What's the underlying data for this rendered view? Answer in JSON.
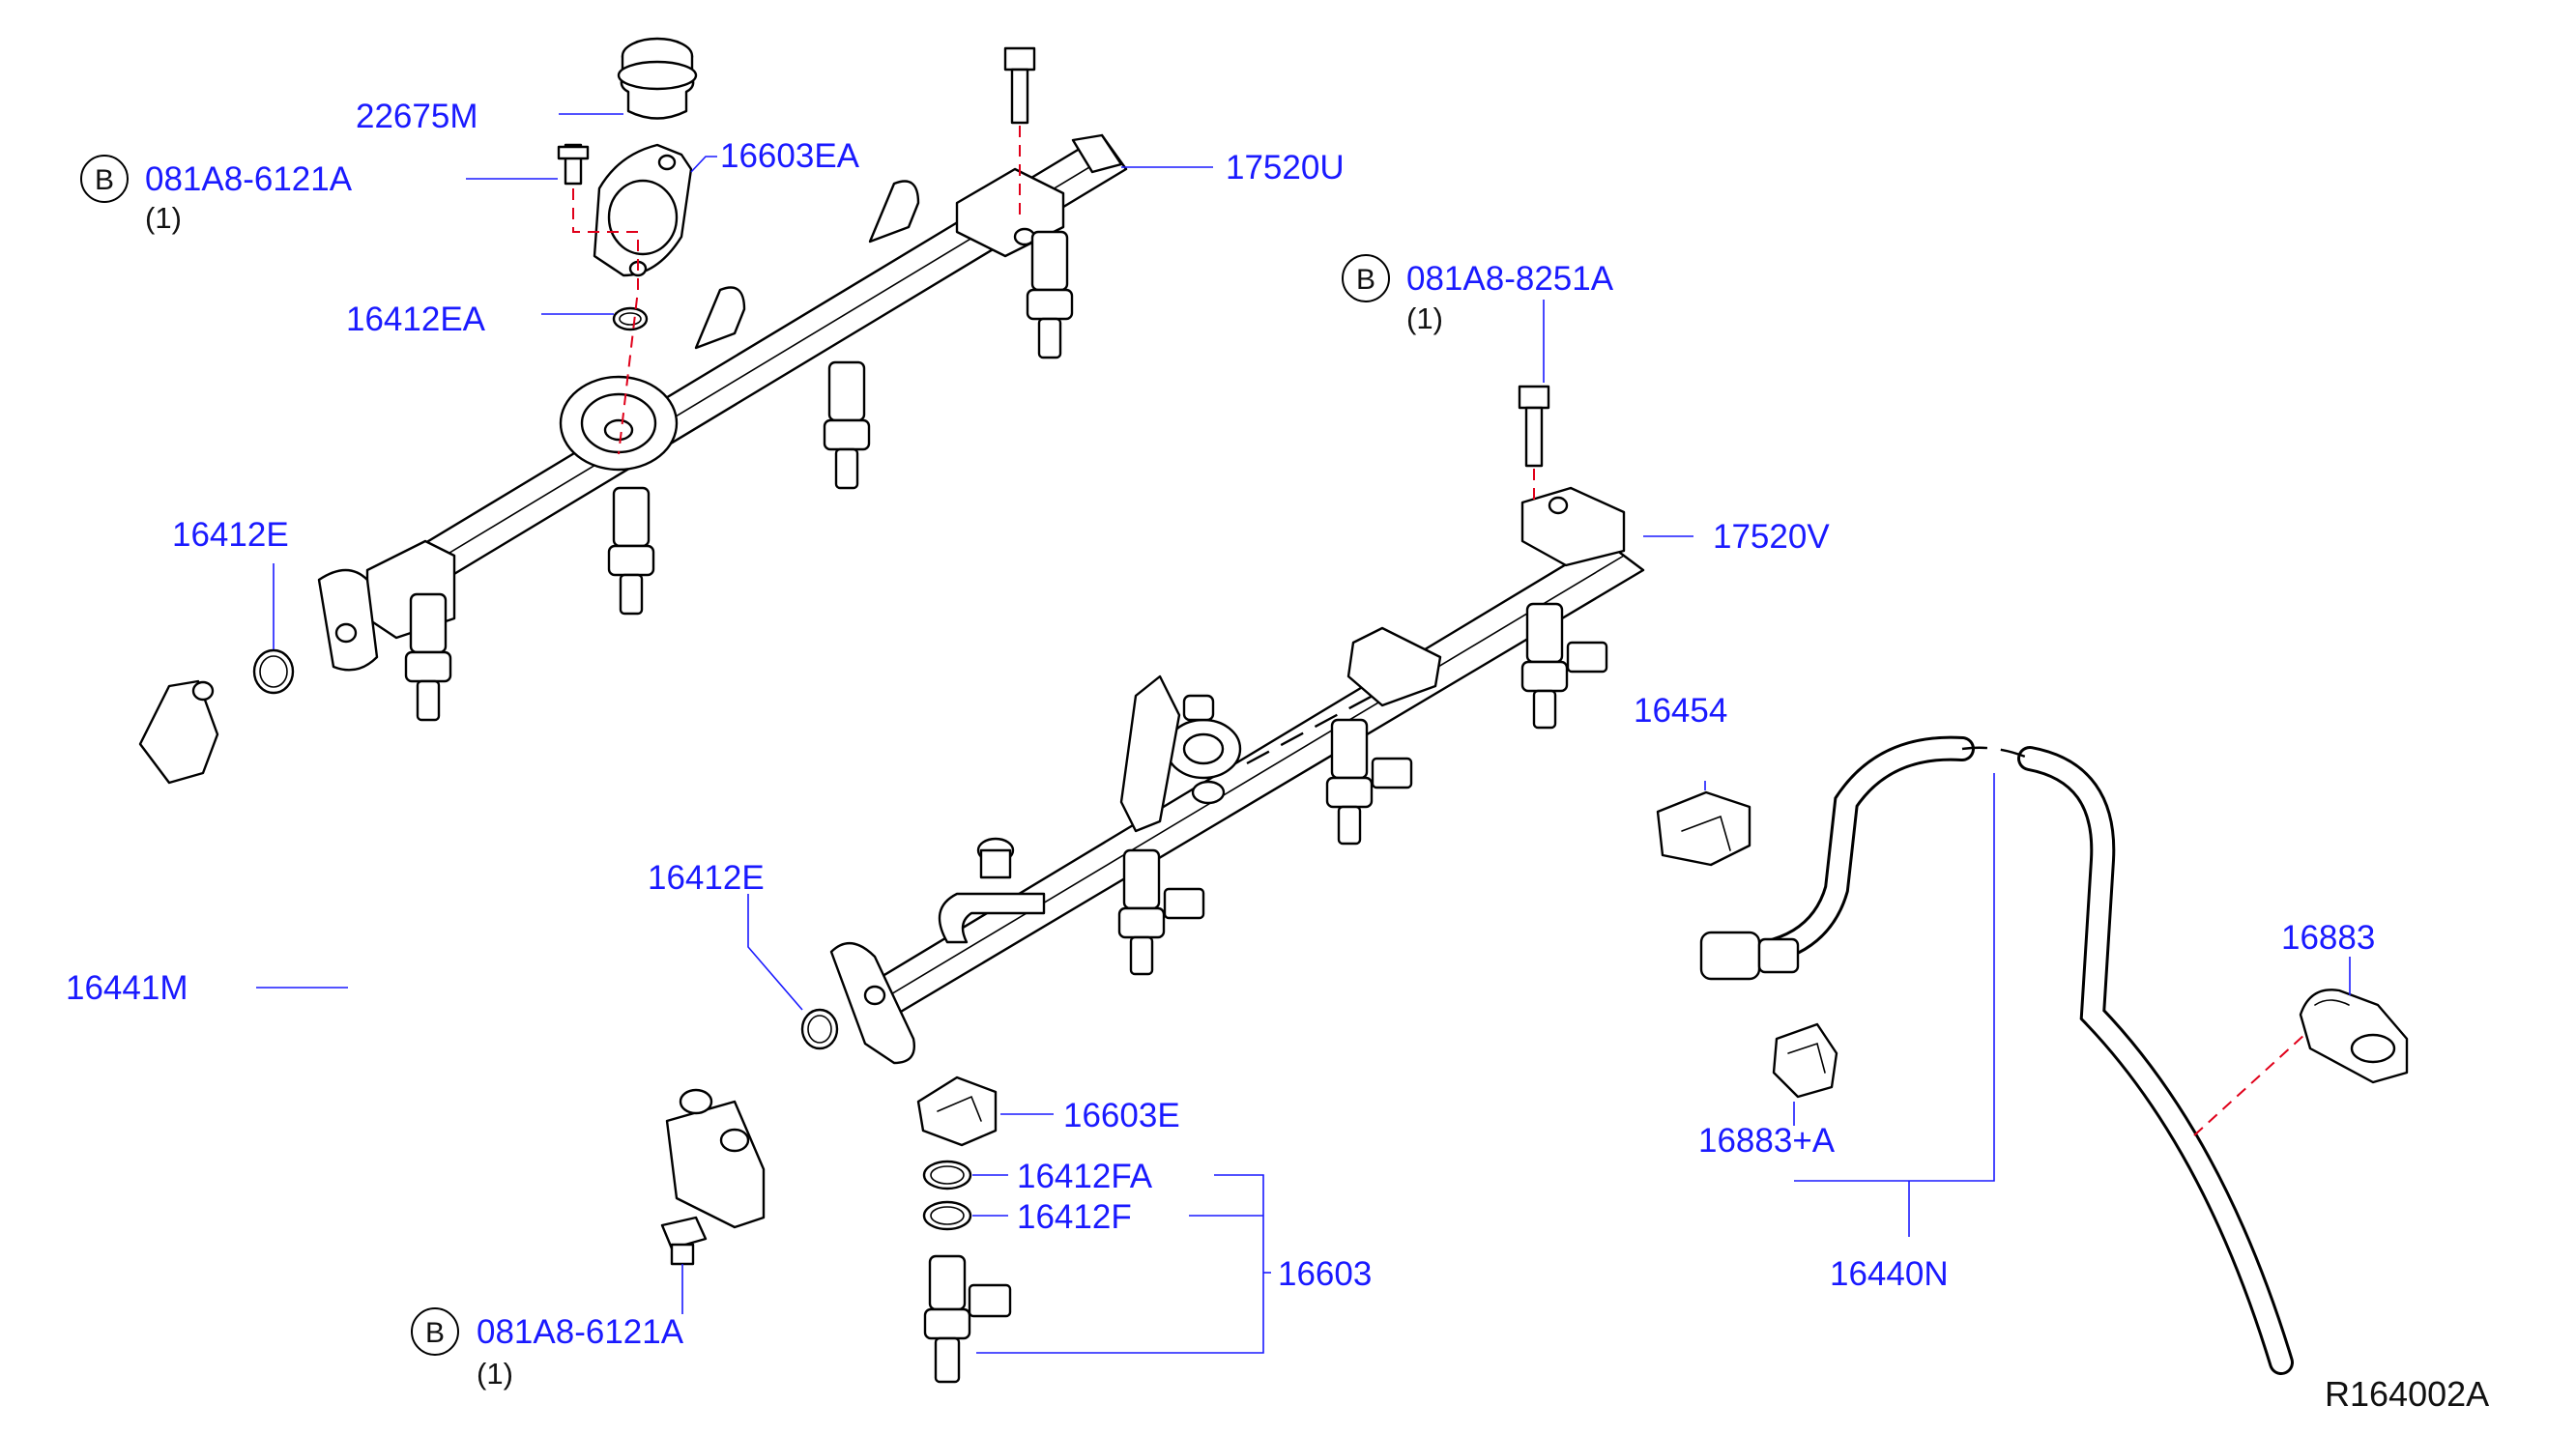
{
  "labels": {
    "l_22675M": "22675M",
    "l_081A8_6121A_top": "081A8-6121A",
    "l_qty_top": "(1)",
    "l_16603EA": "16603EA",
    "l_17520U": "17520U",
    "l_16412EA": "16412EA",
    "l_081A8_8251A": "081A8-8251A",
    "l_qty_mid": "(1)",
    "l_17520V": "17520V",
    "l_16412E_left": "16412E",
    "l_16454": "16454",
    "l_16412E_center": "16412E",
    "l_16441M": "16441M",
    "l_16883": "16883",
    "l_16603E": "16603E",
    "l_16883A": "16883+A",
    "l_16412FA": "16412FA",
    "l_16412F": "16412F",
    "l_16603": "16603",
    "l_16440N": "16440N",
    "l_081A8_6121A_bottom": "081A8-6121A",
    "l_qty_bottom": "(1)",
    "b_marker": "B",
    "ref_code": "R164002A"
  },
  "colors": {
    "label_blue": "#1a1aff",
    "line_black": "#000000",
    "dash_red": "#e0001a"
  }
}
